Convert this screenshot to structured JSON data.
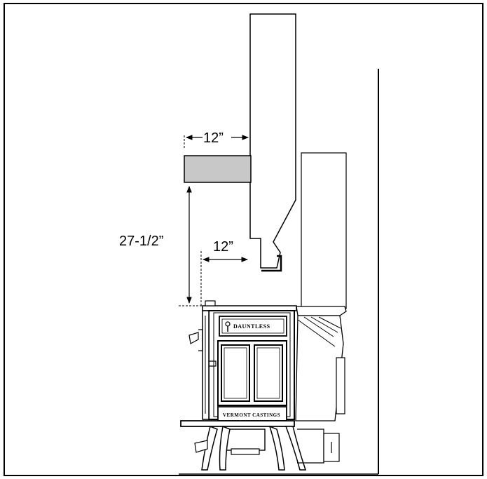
{
  "dimensions": {
    "mantel_depth": "12”",
    "stove_to_mantel_height": "27-1/2”",
    "stove_to_mantel_side": "12”"
  },
  "stove_labels": {
    "name_plate": "DAUNTLESS",
    "ash_plate": "VERMONT CASTINGS"
  }
}
